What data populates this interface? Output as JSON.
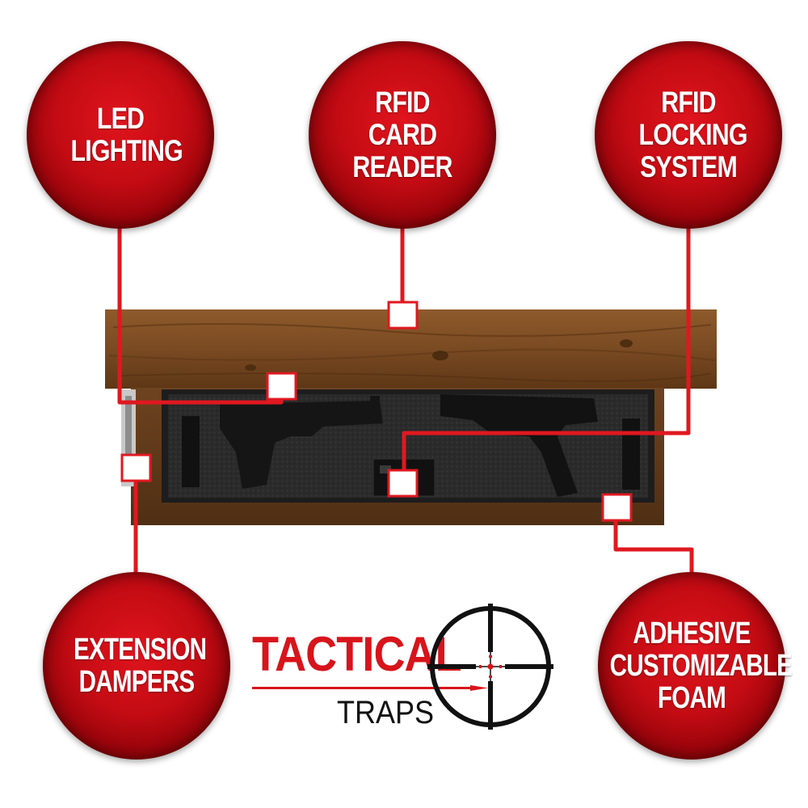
{
  "features": [
    {
      "id": "led",
      "label": "LED LIGHTING"
    },
    {
      "id": "rfid-reader",
      "label": "RFID CARD READER"
    },
    {
      "id": "rfid-lock",
      "label": "RFID LOCKING SYSTEM"
    },
    {
      "id": "dampers",
      "label": "EXTENSION DAMPERS"
    },
    {
      "id": "foam",
      "label": "ADHESIVE CUSTOMIZABLE FOAM"
    }
  ],
  "logo": {
    "brand_main": "TACTICAL",
    "brand_sub": "TRAPS"
  },
  "colors": {
    "accent": "#d8141b",
    "wood": "#7a4a22",
    "foam": "#2a2a2a"
  }
}
